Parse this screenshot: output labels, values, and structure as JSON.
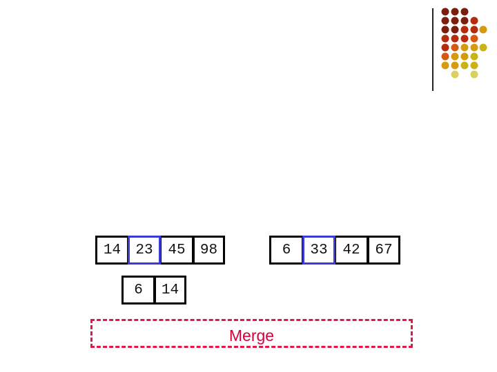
{
  "decoration": {
    "dot_colors": [
      "#7a1f0e",
      "#b32c0b",
      "#d45a12",
      "#d49a10",
      "#c9b316",
      "#d9d060"
    ]
  },
  "left_array": {
    "values": [
      "14",
      "23",
      "45",
      "98"
    ],
    "highlight_index": 1,
    "highlight_color": "#3a3ad4"
  },
  "right_array": {
    "values": [
      "6",
      "33",
      "42",
      "67"
    ],
    "highlight_index": 1,
    "highlight_color": "#3a3ad4"
  },
  "merged_array": {
    "values": [
      "6",
      "14"
    ]
  },
  "merge": {
    "label": "Merge",
    "border_color": "#e0174a",
    "label_color": "#d6003a"
  }
}
